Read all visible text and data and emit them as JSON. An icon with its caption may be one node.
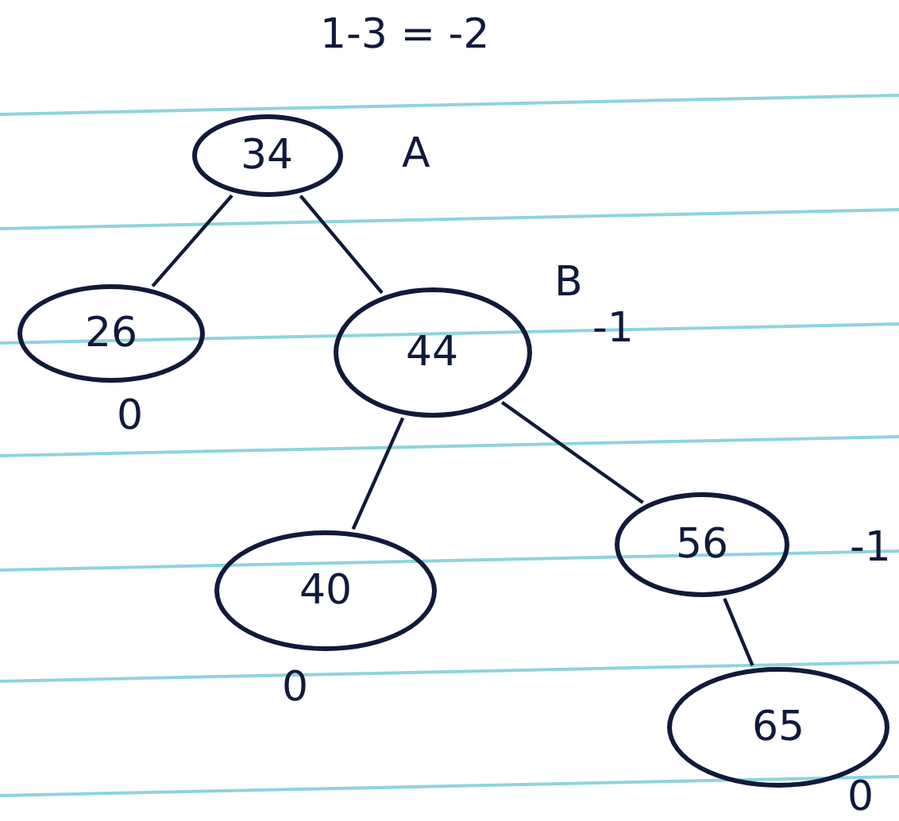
{
  "diagram": {
    "nodes": [
      {
        "text": [
          "34"
        ],
        "beside": [
          "A"
        ]
      },
      {
        "text": [
          "26"
        ],
        "beside": [
          "0"
        ]
      },
      {
        "text": [
          "44"
        ],
        "beside": [
          "B",
          "-1"
        ]
      },
      {
        "text": [
          "40"
        ],
        "beside": [
          "0"
        ]
      },
      {
        "text": [
          "56"
        ],
        "beside": [
          "-1"
        ]
      },
      {
        "text": [
          "65"
        ],
        "beside": [
          "0"
        ]
      }
    ],
    "edges": [
      {
        "from": 0,
        "to": 1,
        "arrow": "none"
      },
      {
        "from": 0,
        "to": 2,
        "arrow": "none"
      },
      {
        "from": 2,
        "to": 3,
        "arrow": "none"
      },
      {
        "from": 2,
        "to": 4,
        "arrow": "none"
      },
      {
        "from": 4,
        "to": 5,
        "arrow": "none"
      }
    ],
    "labels": [
      "1-3 = -2"
    ]
  }
}
